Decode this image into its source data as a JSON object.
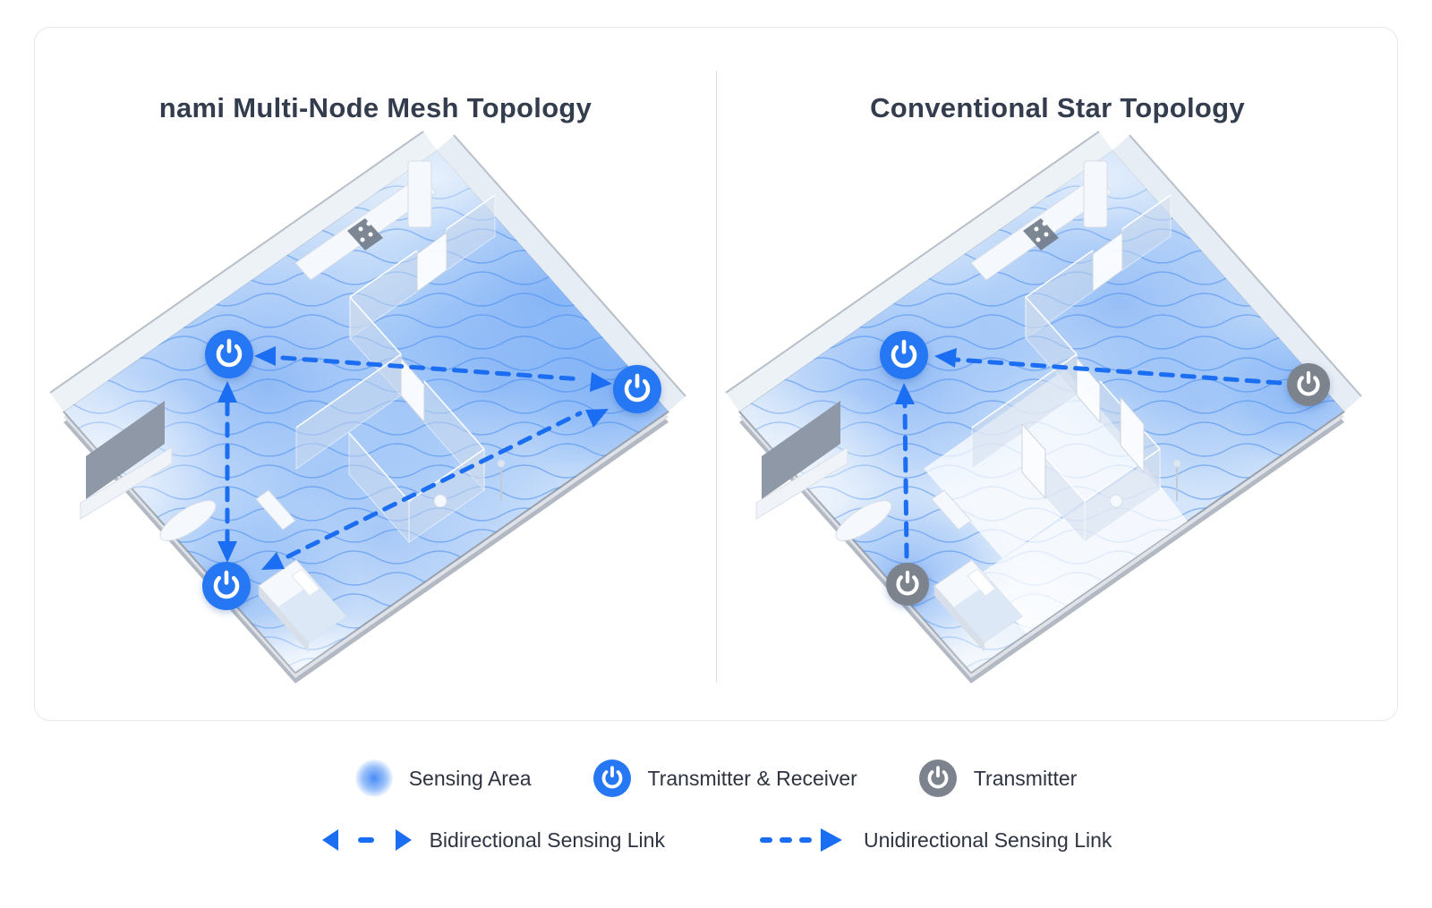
{
  "colors": {
    "accent_blue": "#2577f3",
    "link_blue": "#1b6ef2",
    "node_gray": "#7d838d",
    "wave_blue": "#3d85ef",
    "title_text": "#343d4e",
    "legend_text": "#2d3440",
    "card_border": "#e7e8ea",
    "divider": "#dbdce0"
  },
  "panels": [
    {
      "title": "nami Multi-Node Mesh Topology",
      "nodes": [
        {
          "id": "node-a",
          "type": "transmitter-receiver"
        },
        {
          "id": "node-b",
          "type": "transmitter-receiver"
        },
        {
          "id": "node-c",
          "type": "transmitter-receiver"
        }
      ],
      "links": [
        {
          "between": [
            "node-a",
            "node-b"
          ],
          "type": "bidirectional"
        },
        {
          "between": [
            "node-a",
            "node-c"
          ],
          "type": "bidirectional"
        },
        {
          "between": [
            "node-c",
            "node-b"
          ],
          "type": "bidirectional"
        }
      ]
    },
    {
      "title": "Conventional Star Topology",
      "nodes": [
        {
          "id": "node-d",
          "type": "transmitter-receiver"
        },
        {
          "id": "node-e",
          "type": "transmitter"
        },
        {
          "id": "node-f",
          "type": "transmitter"
        }
      ],
      "links": [
        {
          "between": [
            "node-e",
            "node-d"
          ],
          "type": "unidirectional"
        },
        {
          "between": [
            "node-f",
            "node-d"
          ],
          "type": "unidirectional"
        }
      ]
    }
  ],
  "legend": {
    "row1": [
      {
        "icon": "sensing-area-dot",
        "label": "Sensing Area"
      },
      {
        "icon": "power-blue-icon",
        "label": "Transmitter & Receiver"
      },
      {
        "icon": "power-gray-icon",
        "label": "Transmitter"
      }
    ],
    "row2": [
      {
        "icon": "bidirectional-link-icon",
        "label": "Bidirectional Sensing Link"
      },
      {
        "icon": "unidirectional-link-icon",
        "label": "Unidirectional Sensing Link"
      }
    ]
  }
}
